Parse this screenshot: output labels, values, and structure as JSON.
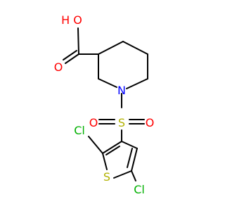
{
  "molecule": {
    "labels": {
      "ho": "H O",
      "o_carbonyl": "O",
      "n": "N",
      "s_sulfonyl": "S",
      "o_sulfonyl_left": "O",
      "o_sulfonyl_right": "O",
      "cl_left": "Cl",
      "s_ring": "S",
      "cl_right": "Cl"
    },
    "colors": {
      "bond": "#000000",
      "oxygen": "#ff0000",
      "nitrogen": "#0000ff",
      "sulfur": "#b2b200",
      "chlorine": "#00b000",
      "hydrogen_label": "#ff0000"
    }
  }
}
